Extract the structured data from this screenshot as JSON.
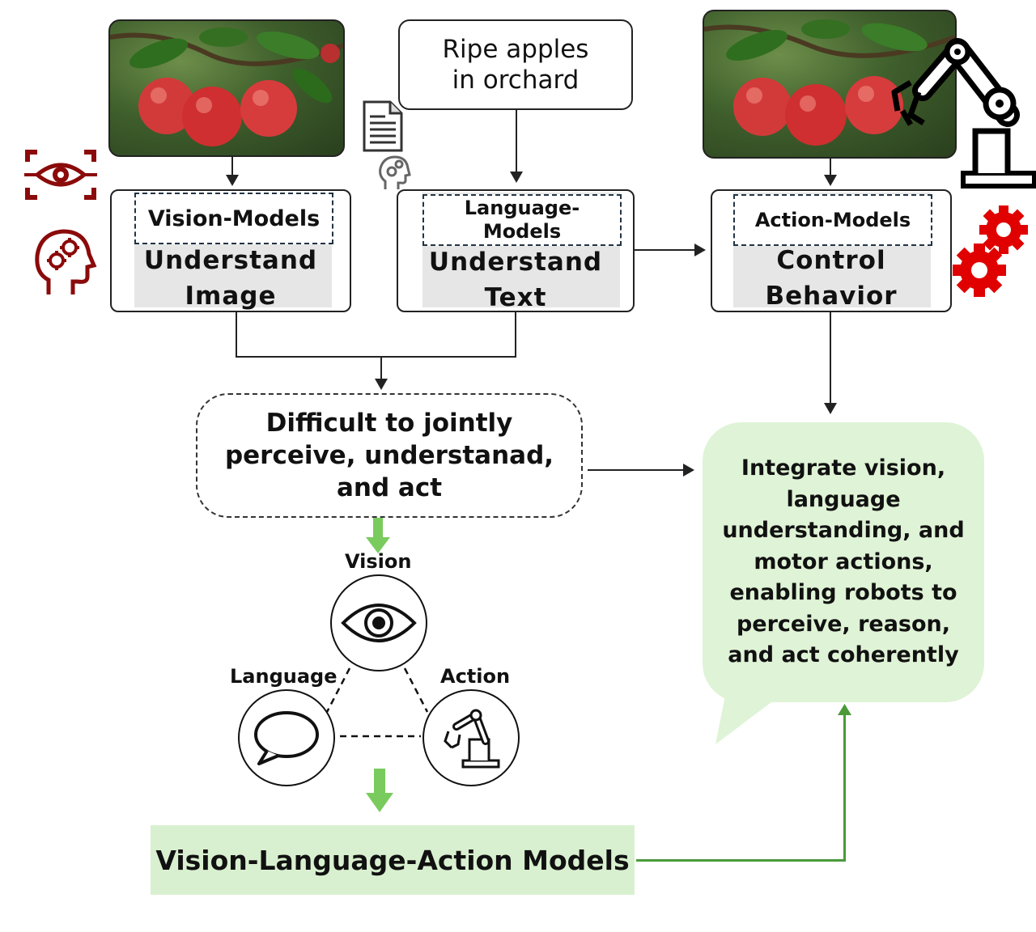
{
  "prompt_text": "Ripe apples\nin orchard",
  "vision_box": {
    "header": "Vision-Models",
    "line1": "Understand",
    "line2": "Image"
  },
  "language_box": {
    "header": "Language-\nModels",
    "line1": "Understand",
    "line2": "Text"
  },
  "action_box": {
    "header": "Action-Models",
    "line1": "Control",
    "line2": "Behavior"
  },
  "difficult_text": "Difficult to jointly\nperceive, understanad,\nand act",
  "integrate_text": "Integrate vision,\nlanguage\nunderstanding, and\nmotor actions,\nenabling robots to\nperceive, reason,\nand act coherently",
  "triangle": {
    "vision": "Vision",
    "language": "Language",
    "action": "Action"
  },
  "vla_text": "Vision-Language-Action Models",
  "colors": {
    "icon_red": "#8b0a0a",
    "gear_red": "#e00000",
    "green_arrow": "#7acb5e",
    "green_line": "#4a9a3a",
    "bubble_fill": "#dff3d6"
  },
  "icons": [
    "eye-scan-icon",
    "head-gears-icon",
    "document-icon",
    "head-gear-small-icon",
    "robot-arm-icon",
    "gears-icon",
    "eye-icon",
    "speech-bubble-icon",
    "robot-arm-small-icon"
  ]
}
